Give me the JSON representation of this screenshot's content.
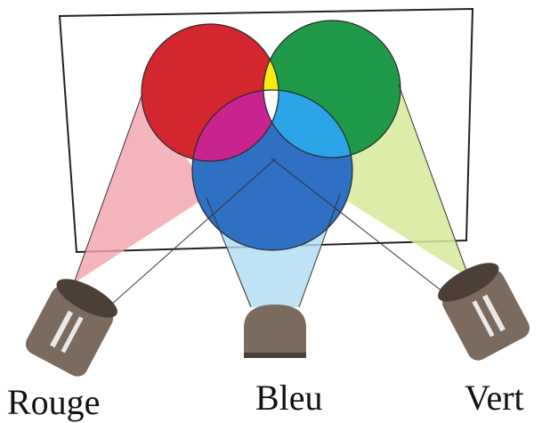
{
  "labels": {
    "rouge": "Rouge",
    "bleu": "Bleu",
    "vert": "Vert"
  },
  "colors": {
    "red": "#d3262e",
    "green": "#1f9a48",
    "blue": "#2f6fc4",
    "yellow": "#f6ec17",
    "magenta": "#c8238f",
    "cyan": "#2ba5e8",
    "white": "#ffffff",
    "red_beam": "#f2a3ad",
    "green_beam": "#d6ea9a",
    "blue_beam": "#aedcf2",
    "projector_body": "#7b6a5e",
    "projector_dark": "#4b3f37",
    "screen_border": "#222222"
  },
  "icons": {
    "projector_left": "projector-icon",
    "projector_center": "projector-icon",
    "projector_right": "projector-icon"
  }
}
